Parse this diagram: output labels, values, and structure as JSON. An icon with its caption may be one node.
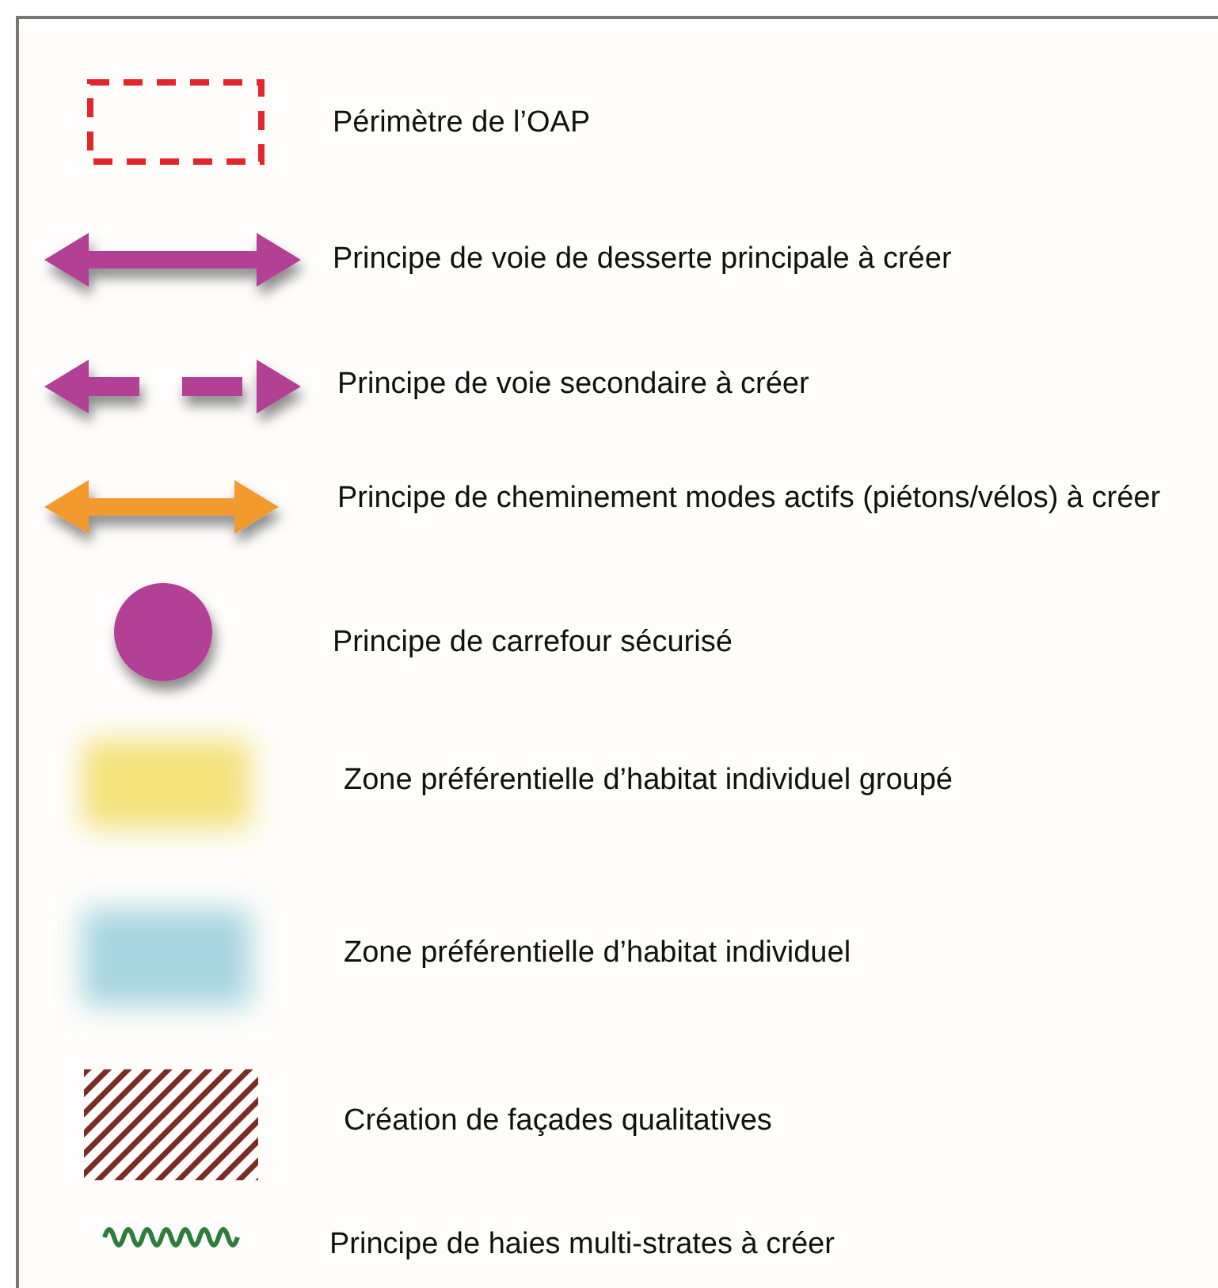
{
  "diagram": {
    "legend": [
      {
        "text": "Périmètre de l’OAP"
      },
      {
        "text": "Principe de voie de desserte  principale à créer"
      },
      {
        "text": "Principe de voie secondaire à créer"
      },
      {
        "text": "Principe de cheminement modes actifs (piétons/vélos) à créer"
      },
      {
        "text": "Principe de carrefour sécurisé"
      },
      {
        "text": "Zone préférentielle d’habitat individuel groupé",
        "color": "#f3e27a"
      },
      {
        "text": "Zone préférentielle d’habitat individuel",
        "color": "#a8d5df"
      },
      {
        "text": "Création de façades qualitatives"
      },
      {
        "text": "Principe de haies multi-strates à créer"
      }
    ]
  }
}
